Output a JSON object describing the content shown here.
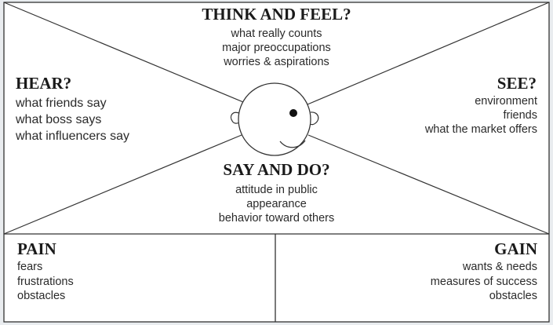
{
  "think_feel": {
    "heading": "THINK AND FEEL?",
    "items": [
      "what really counts",
      "major preoccupations",
      "worries & aspirations"
    ]
  },
  "hear": {
    "heading": "HEAR?",
    "items": [
      "what friends say",
      "what boss says",
      "what influencers say"
    ]
  },
  "see": {
    "heading": "SEE?",
    "items": [
      "environment",
      "friends",
      "what the market offers"
    ]
  },
  "say_do": {
    "heading": "SAY AND DO?",
    "items": [
      "attitude in public",
      "appearance",
      "behavior toward others"
    ]
  },
  "pain": {
    "heading": "PAIN",
    "items": [
      "fears",
      "frustrations",
      "obstacles"
    ]
  },
  "gain": {
    "heading": "GAIN",
    "items": [
      "wants & needs",
      "measures of success",
      "obstacles"
    ]
  },
  "colors": {
    "background": "#e9ecef",
    "panel": "#ffffff",
    "line": "#333333",
    "text": "#2a2a2a"
  }
}
